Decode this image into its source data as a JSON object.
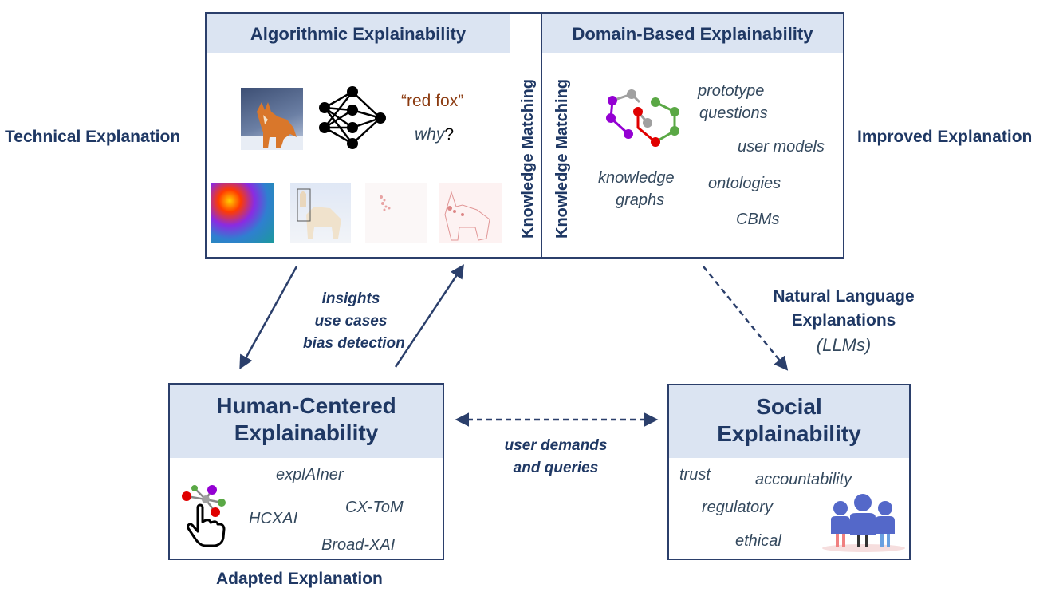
{
  "side_labels": {
    "left": "Technical Explanation",
    "right": "Improved Explanation",
    "bottom": "Adapted Explanation"
  },
  "algorithmic": {
    "title": "Algorithmic Explainability",
    "fox_label": "“red fox”",
    "why_word": "why",
    "why_mark": "?",
    "side_label": "Knowledge Matching"
  },
  "domain": {
    "title": "Domain-Based Explainability",
    "side_label": "Knowledge Matching",
    "items": [
      "prototype",
      "questions",
      "user models",
      "knowledge",
      "graphs",
      "ontologies",
      "CBMs"
    ]
  },
  "human": {
    "title_line1": "Human-Centered",
    "title_line2": "Explainability",
    "items": [
      "explAIner",
      "CX-ToM",
      "HCXAI",
      "Broad-XAI"
    ]
  },
  "social": {
    "title_line1": "Social",
    "title_line2": "Explainability",
    "items": [
      "trust",
      "accountability",
      "regulatory",
      "ethical"
    ]
  },
  "flows": {
    "insights": [
      "insights",
      "use cases",
      "bias detection"
    ],
    "nle": [
      "Natural Language",
      "Explanations",
      "(LLMs)"
    ],
    "demands": [
      "user demands",
      "and queries"
    ]
  },
  "colors": {
    "navy": "#1f3864",
    "header_fill": "#dbe4f2",
    "fox_label": "#8b3a0f",
    "node_purple": "#9400d3",
    "node_red": "#e00000",
    "node_green": "#5aa845",
    "node_gray": "#a0a0a0"
  }
}
